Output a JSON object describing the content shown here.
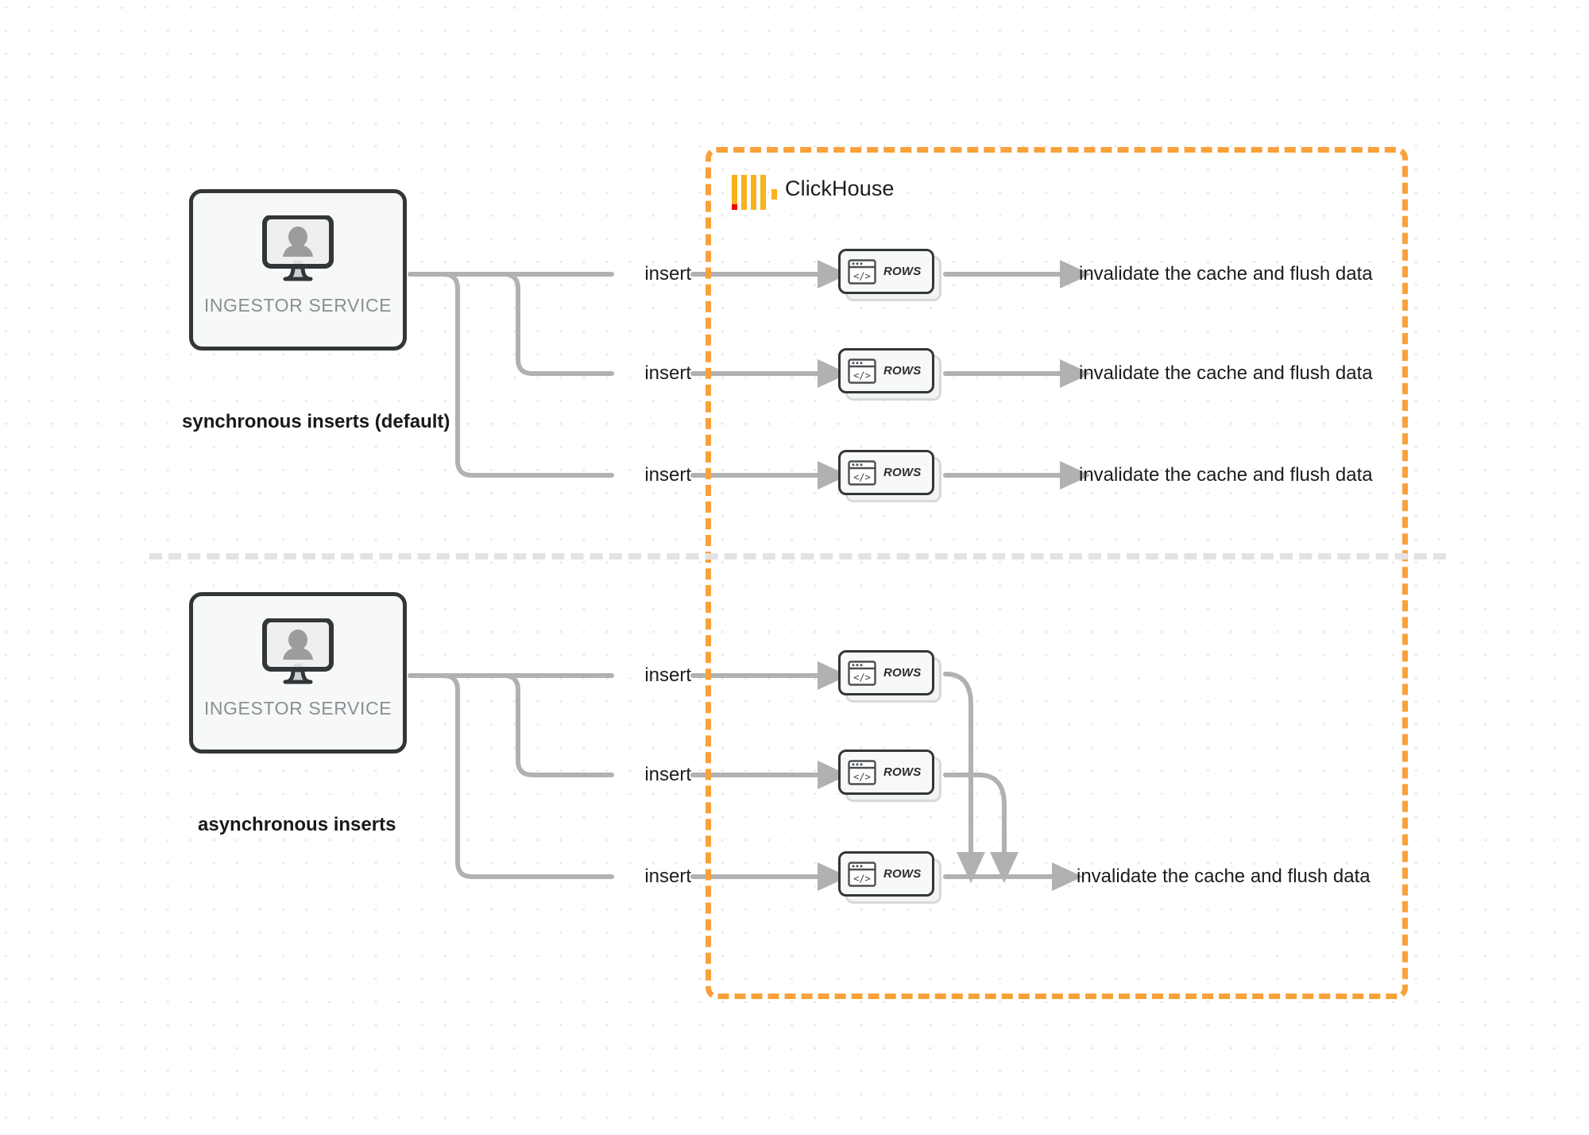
{
  "diagram": {
    "title": "ClickHouse synchronous vs asynchronous inserts",
    "background": "dot-grid",
    "colors": {
      "accent_orange": "#f9a13a",
      "logo_yellow": "#f9b21d",
      "logo_red": "#ef0200",
      "edge_gray": "#b0b1b2",
      "box_border_dark": "#333639",
      "box_fill": "#f7f8f8",
      "text_dark": "#1c1c1c",
      "label_gray": "#8b8f93",
      "divider_gray": "#e3e3e4"
    }
  },
  "clickhouse": {
    "title": "ClickHouse",
    "logo_name": "clickhouse-logo"
  },
  "sections": [
    {
      "id": "sync",
      "caption": "synchronous inserts (default)",
      "service": {
        "label": "INGESTOR SERVICE",
        "icon": "monitor-user-icon"
      },
      "flows": [
        {
          "insert_label": "insert",
          "card_label": "ROWS",
          "result_label": "invalidate the cache and flush data"
        },
        {
          "insert_label": "insert",
          "card_label": "ROWS",
          "result_label": "invalidate the cache and flush data"
        },
        {
          "insert_label": "insert",
          "card_label": "ROWS",
          "result_label": "invalidate the cache and flush data"
        }
      ]
    },
    {
      "id": "async",
      "caption": "asynchronous inserts",
      "service": {
        "label": "INGESTOR SERVICE",
        "icon": "monitor-user-icon"
      },
      "flows": [
        {
          "insert_label": "insert",
          "card_label": "ROWS"
        },
        {
          "insert_label": "insert",
          "card_label": "ROWS"
        },
        {
          "insert_label": "insert",
          "card_label": "ROWS"
        }
      ],
      "merged_result_label": "invalidate the cache and flush data"
    }
  ]
}
